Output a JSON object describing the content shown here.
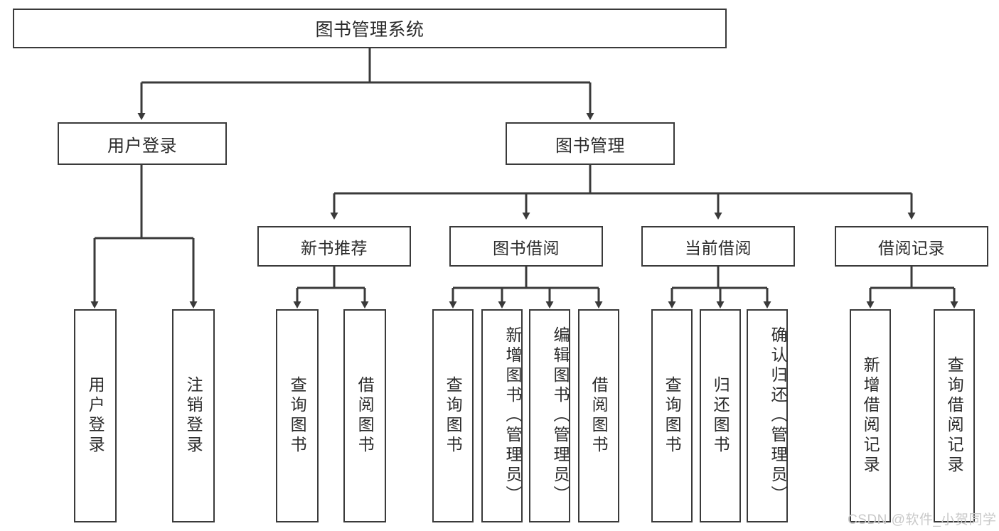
{
  "diagram": {
    "title": "图书管理系统",
    "type": "hierarchy-tree",
    "colors": {
      "border": "#3a3a3a",
      "background": "#ffffff",
      "text": "#2b2b2b",
      "watermark": "#c9c9c9"
    },
    "root": {
      "label": "图书管理系统"
    },
    "level1": [
      {
        "label": "用户登录"
      },
      {
        "label": "图书管理"
      }
    ],
    "level2": [
      {
        "label": "新书推荐"
      },
      {
        "label": "图书借阅"
      },
      {
        "label": "当前借阅"
      },
      {
        "label": "借阅记录"
      }
    ],
    "leaves": {
      "user_login": [
        {
          "label": "用户登录"
        },
        {
          "label": "注销登录"
        }
      ],
      "new_book_recommend": [
        {
          "label": "查询图书"
        },
        {
          "label": "借阅图书"
        }
      ],
      "book_borrow": [
        {
          "label": "查询图书"
        },
        {
          "label": "新增图书（管理员）"
        },
        {
          "label": "编辑图书（管理员）"
        },
        {
          "label": "借阅图书"
        }
      ],
      "current_borrow": [
        {
          "label": "查询图书"
        },
        {
          "label": "归还图书"
        },
        {
          "label": "确认归还（管理员）"
        }
      ],
      "borrow_record": [
        {
          "label": "新增借阅记录"
        },
        {
          "label": "查询借阅记录"
        }
      ]
    },
    "watermark": "CSDN @软件_小贺同学"
  }
}
